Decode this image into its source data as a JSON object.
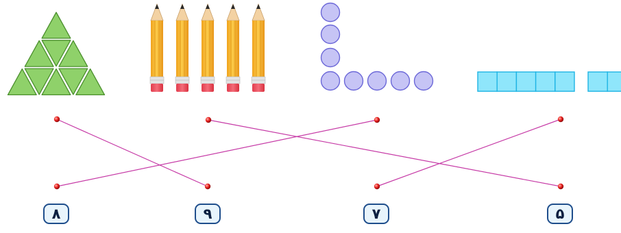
{
  "groups": [
    {
      "kind": "triangles",
      "count": 9,
      "color": "#8fd16a",
      "stroke": "#4a8f2c"
    },
    {
      "kind": "pencils",
      "count": 5,
      "color": "#f5b731"
    },
    {
      "kind": "circles",
      "count": 8,
      "color": "#c6c4f5",
      "stroke": "#6c68d8"
    },
    {
      "kind": "squares",
      "count": 7,
      "color": "#8fe6fb",
      "stroke": "#1fb4e4"
    }
  ],
  "numbers": [
    {
      "label": "۸",
      "value": 8
    },
    {
      "label": "۹",
      "value": 9
    },
    {
      "label": "۷",
      "value": 7
    },
    {
      "label": "۵",
      "value": 5
    }
  ],
  "connections": [
    {
      "from_group": "triangles",
      "to_number": "۹"
    },
    {
      "from_group": "pencils",
      "to_number": "۵"
    },
    {
      "from_group": "circles",
      "to_number": "۸"
    },
    {
      "from_group": "squares",
      "to_number": "۷"
    }
  ],
  "colors": {
    "line": "#c63aa6",
    "dot": "#e8201f",
    "box_border": "#1f4e8c",
    "box_fill": "#e8f4fc"
  }
}
